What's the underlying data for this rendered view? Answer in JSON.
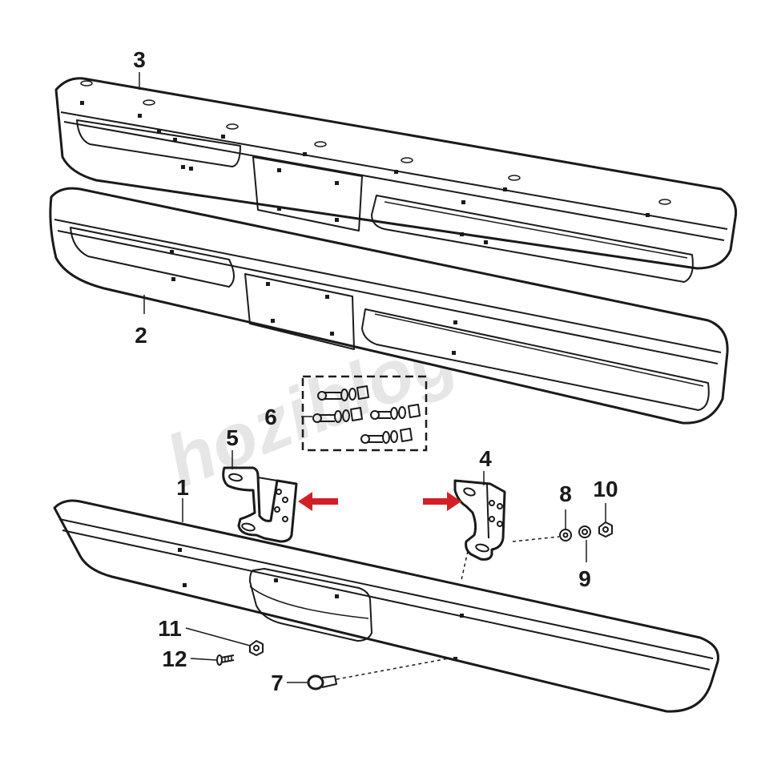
{
  "diagram": {
    "watermark": "hoziblogers",
    "accent_color": "#d32027",
    "callouts": [
      "1",
      "2",
      "3",
      "4",
      "5",
      "6",
      "7",
      "8",
      "9",
      "10",
      "11",
      "12"
    ]
  }
}
